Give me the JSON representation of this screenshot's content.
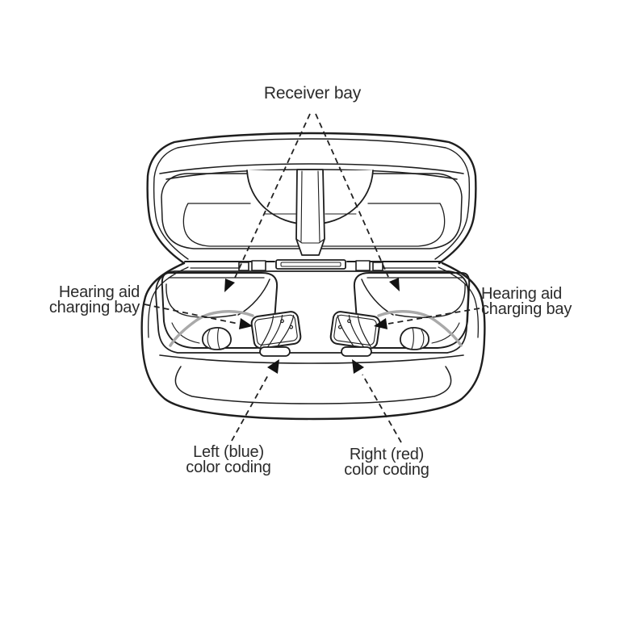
{
  "diagram": {
    "subject": "Hearing aid charging case (open, front view)",
    "annotations": {
      "receiver_bay": {
        "label": "Receiver bay"
      },
      "left_charging_bay": {
        "line1": "Hearing aid",
        "line2": "charging bay"
      },
      "right_charging_bay": {
        "line1": "Hearing aid",
        "line2": "charging bay"
      },
      "left_color_coding": {
        "line1": "Left (blue)",
        "line2": "color coding"
      },
      "right_color_coding": {
        "line1": "Right (red)",
        "line2": "color coding"
      }
    },
    "colors": {
      "line": "#1e1e1e",
      "receiver_wire": "#a9a9a9",
      "text": "#2b2b2b",
      "arrow": "#111111",
      "background": "#ffffff"
    }
  }
}
